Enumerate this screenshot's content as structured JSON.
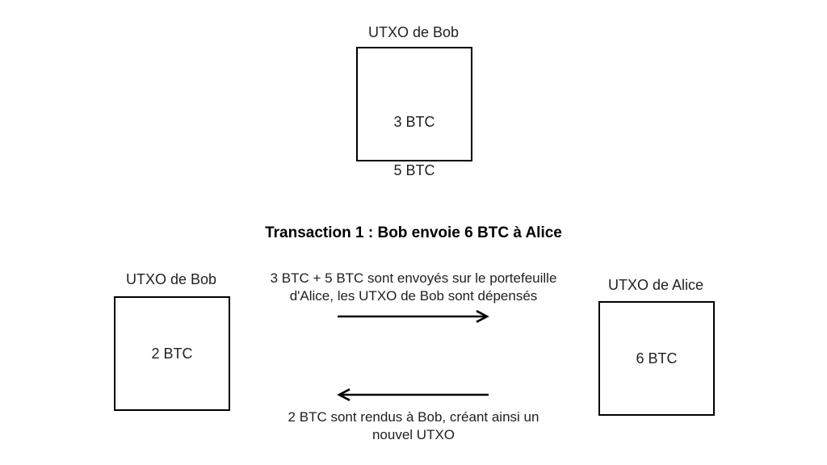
{
  "canvas": {
    "background_color": "#ffffff",
    "text_color": "#212121",
    "line_color": "#000000"
  },
  "title": "Transaction 1 : Bob envoie 6 BTC à Alice",
  "top_group": {
    "label": "UTXO de Bob",
    "values": [
      "3 BTC",
      "5 BTC"
    ]
  },
  "left_group": {
    "label": "UTXO de Bob",
    "values": [
      "2 BTC"
    ]
  },
  "right_group": {
    "label": "UTXO de Alice",
    "values": [
      "6 BTC"
    ]
  },
  "flows": {
    "to_alice": {
      "direction": "right",
      "lines": [
        "3 BTC + 5 BTC sont envoyés sur le portefeuille",
        "d'Alice, les UTXO de Bob sont dépensés"
      ]
    },
    "to_bob": {
      "direction": "left",
      "lines": [
        "2 BTC sont rendus à Bob, créant ainsi un",
        "nouvel UTXO"
      ]
    }
  }
}
